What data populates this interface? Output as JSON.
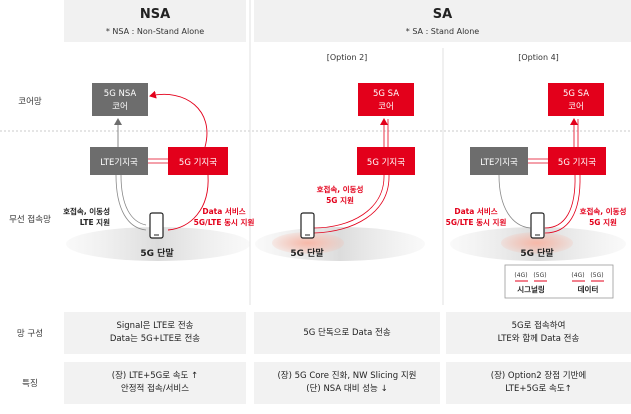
{
  "columns": {
    "nsa": {
      "title": "NSA",
      "subtitle": "* NSA : Non-Stand Alone"
    },
    "sa": {
      "title": "SA",
      "subtitle": "* SA : Stand Alone"
    },
    "option2": "[Option 2]",
    "option4": "[Option 4]"
  },
  "row_labels": {
    "core": "코어망",
    "radio": "무선 접속망",
    "network": "망 구성",
    "features": "특징"
  },
  "nsa_diagram": {
    "core": [
      "5G NSA",
      "코어"
    ],
    "lte": "LTE기지국",
    "g5": "5G 기지국",
    "left_note": [
      "호접속, 이동성",
      "LTE 지원"
    ],
    "right_note": [
      "Data 서비스",
      "5G/LTE 동시 지원"
    ],
    "device": "5G 단말"
  },
  "opt2_diagram": {
    "core": [
      "5G SA",
      "코어"
    ],
    "g5": "5G 기지국",
    "note": [
      "호접속, 이동성",
      "5G 지원"
    ],
    "device": "5G 단말"
  },
  "opt4_diagram": {
    "core": [
      "5G SA",
      "코어"
    ],
    "lte": "LTE기지국",
    "g5": "5G 기지국",
    "left_note": [
      "Data 서비스",
      "5G/LTE 동시 지원"
    ],
    "right_note": [
      "호접속, 이동성",
      "5G 지원"
    ],
    "device": "5G 단말"
  },
  "legend": {
    "tags": [
      "(4G)",
      "(5G)",
      "(4G)",
      "(5G)"
    ],
    "signaling": "시그널링",
    "data": "데이터"
  },
  "network_row": {
    "nsa": [
      "Signal은 LTE로 전송",
      "Data는 5G+LTE로 전송"
    ],
    "opt2": [
      "5G 단독으로 Data 전송"
    ],
    "opt4": [
      "5G로 접속하여",
      "LTE와 함께 Data 전송"
    ]
  },
  "features_row": {
    "nsa": [
      "(장) LTE+5G로 속도 ↑",
      "안정적 접속/서비스"
    ],
    "opt2": [
      "(장) 5G Core 진화, NW Slicing 지원",
      "(단) NSA 대비 성능 ↓"
    ],
    "opt4": [
      "(장) Option2 장점 기반에",
      "LTE+5G로 속도↑"
    ]
  },
  "colors": {
    "red": "#e3001b",
    "gray": "#6d6d6d",
    "light": "#f2f2f2"
  }
}
